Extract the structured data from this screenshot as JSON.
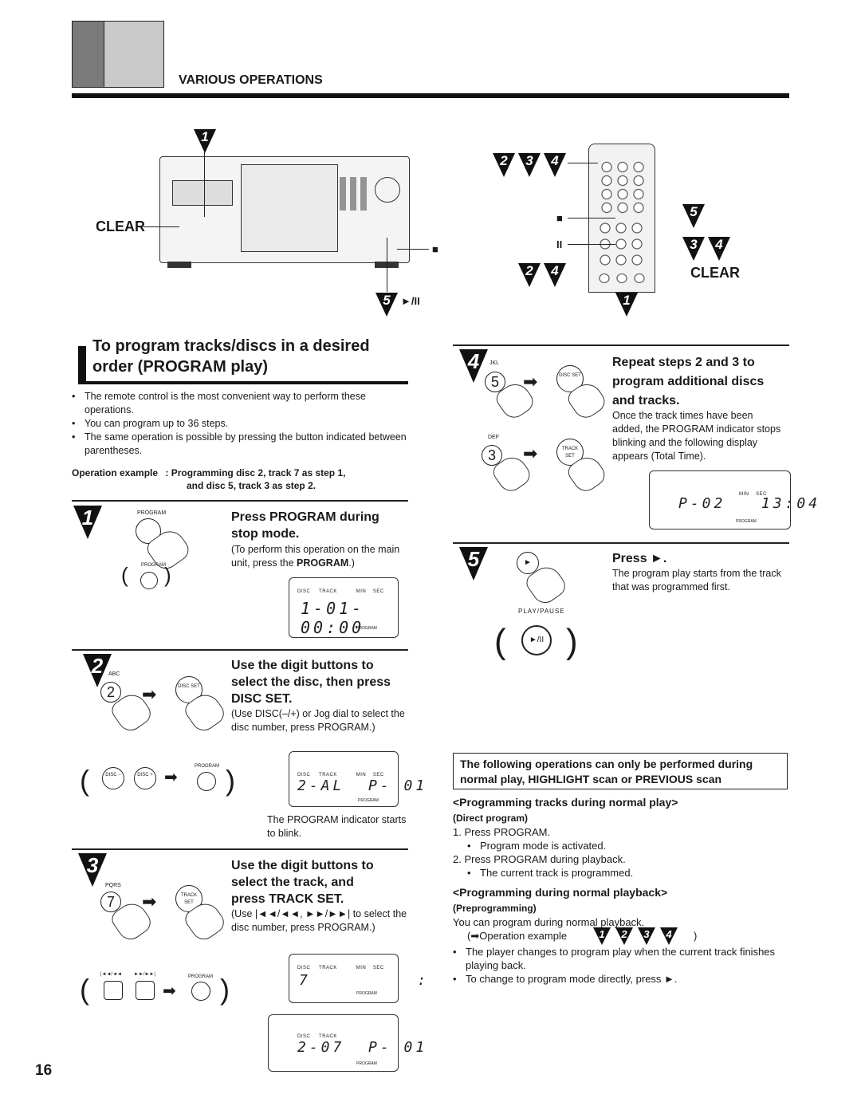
{
  "header": {
    "section_label": "VARIOUS OPERATIONS"
  },
  "figure": {
    "clear_label": "CLEAR",
    "stop_symbol": "■",
    "pause_symbol": "II",
    "play_pause_label": "►/II",
    "clear_label_remote": "CLEAR",
    "callouts": [
      "1",
      "2",
      "3",
      "4",
      "5"
    ]
  },
  "section": {
    "title_line1": "To program tracks/discs in a desired",
    "title_line2": "order (PROGRAM play)",
    "bullets": [
      "The remote control is the most convenient way to perform these operations.",
      "You can program up to 36 steps.",
      "The same operation is possible by pressing the button indicated between parentheses."
    ],
    "operation_example_label": "Operation example",
    "operation_example_text1": ": Programming disc 2, track 7 as step 1,",
    "operation_example_text2": "and disc 5, track 3 as step 2."
  },
  "steps": {
    "s1": {
      "num": "1",
      "button_label": "PROGRAM",
      "title": "Press PROGRAM during stop mode.",
      "note_pre": "(To perform this operation on the main unit, press the ",
      "note_bold": "PROGRAM",
      "note_post": ".)",
      "lcd_labels": "DISC     TRACK           MIN    SEC",
      "lcd_seg": "1-01-00:00",
      "lcd_prog": "PROGRAM"
    },
    "s2": {
      "num": "2",
      "key_letters": "ABC",
      "key_num": "2",
      "disc_set": "DISC SET",
      "title_line1": "Use the digit buttons to",
      "title_line2": "select the disc, then press",
      "title_line3": "DISC SET.",
      "note": "(Use DISC(–/+) or Jog dial to select the disc number, press PROGRAM.)",
      "disc_minus": "DISC −",
      "disc_plus": "DISC +",
      "program_label": "PROGRAM",
      "lcd_labels": "DISC     TRACK           MIN    SEC",
      "lcd_seg": "2-AL  P- 01",
      "lcd_prog": "PROGRAM",
      "caption": "The PROGRAM indicator starts to blink."
    },
    "s3": {
      "num": "3",
      "key_letters": "PQRS",
      "key_num": "7",
      "track_set": "TRACK SET",
      "title_line1": "Use the digit buttons to",
      "title_line2": "select the track, and",
      "title_line3": "press TRACK SET.",
      "note": "(Use |◄◄/◄◄, ►►/►►| to select the disc number, press PROGRAM.)",
      "skip_back": "|◄◄/◄◄",
      "skip_fwd": "►►/►►|",
      "program_label": "PROGRAM",
      "lcd1_labels": "DISC     TRACK           MIN    SEC",
      "lcd1_seg": "7         :",
      "lcd1_prog": "PROGRAM",
      "lcd2_labels": "DISC     TRACK",
      "lcd2_seg": "2-07  P- 01",
      "lcd2_prog": "PROGRAM"
    },
    "s4": {
      "num": "4",
      "key1_letters": "JKL",
      "key1_num": "5",
      "key2_letters": "DEF",
      "key2_num": "3",
      "disc_set": "DISC SET",
      "track_set": "TRACK SET",
      "title_line1": "Repeat steps 2 and 3 to",
      "title_line2": "program additional discs",
      "title_line3": "and tracks.",
      "note": "Once the track times have been added, the PROGRAM indicator stops blinking and the following display appears (Total Time).",
      "lcd_labels": "MIN    SEC",
      "lcd_seg": "P-02   13:04",
      "lcd_prog": "PROGRAM"
    },
    "s5": {
      "num": "5",
      "title": "Press ►.",
      "note": "The program play starts from the track that was programmed first.",
      "play_pause": "PLAY/PAUSE"
    }
  },
  "notice": {
    "text": "The following operations can only be performed during normal play, HIGHLIGHT scan or PREVIOUS scan"
  },
  "normal_play": {
    "heading1": "<Programming tracks during normal play>",
    "sub1": "(Direct program)",
    "item1": "1. Press PROGRAM.",
    "item1_bullet": "Program mode is activated.",
    "item2": "2. Press PROGRAM during playback.",
    "item2_bullet": "The current track is programmed.",
    "heading2": "<Programming during normal playback>",
    "sub2": "(Preprogramming)",
    "pre_text": "You can program during normal playback.",
    "op_example": "(➡Operation example",
    "op_example_close": ")",
    "bullet1": "The player changes to program play when the current track finishes playing back.",
    "bullet2": "To change to program mode directly, press ►."
  },
  "page_number": "16"
}
